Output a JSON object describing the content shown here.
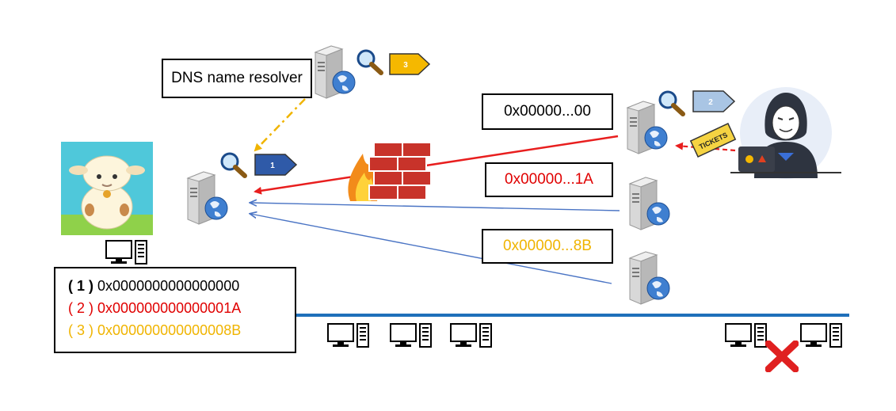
{
  "resolver_label": "DNS name resolver",
  "tag_numbers": {
    "local": "1",
    "attacker": "2",
    "resolver": "3"
  },
  "messages": {
    "spoofed": "0x00000...00",
    "response_1a": "0x00000...1A",
    "response_8b": "0x00000...8B"
  },
  "transaction_ids": [
    {
      "index": "( 1 )",
      "value": "0x0000000000000000",
      "color": "#000000"
    },
    {
      "index": "( 2 )",
      "value": "0x000000000000001A",
      "color": "#e00000"
    },
    {
      "index": "( 3 )",
      "value": "0x000000000000008B",
      "color": "#f0b400"
    }
  ],
  "ticket_text": "TICKETS",
  "colors": {
    "attack_arrow": "#e81e1e",
    "legit_arrow": "#4a74c4",
    "dns_arrow": "#f0b400",
    "network_line": "#1f6fba",
    "tag_dark": "#2f5aa8",
    "tag_light": "#a9c5e4",
    "tag_gold": "#f5b800",
    "blocked_mark": "#e02020"
  },
  "icons": [
    "server-icon",
    "magnifier-icon",
    "firewall-icon",
    "computer-icon",
    "sheep-avatar-icon",
    "hacker-icon",
    "ticket-icon",
    "blocked-x-icon"
  ]
}
